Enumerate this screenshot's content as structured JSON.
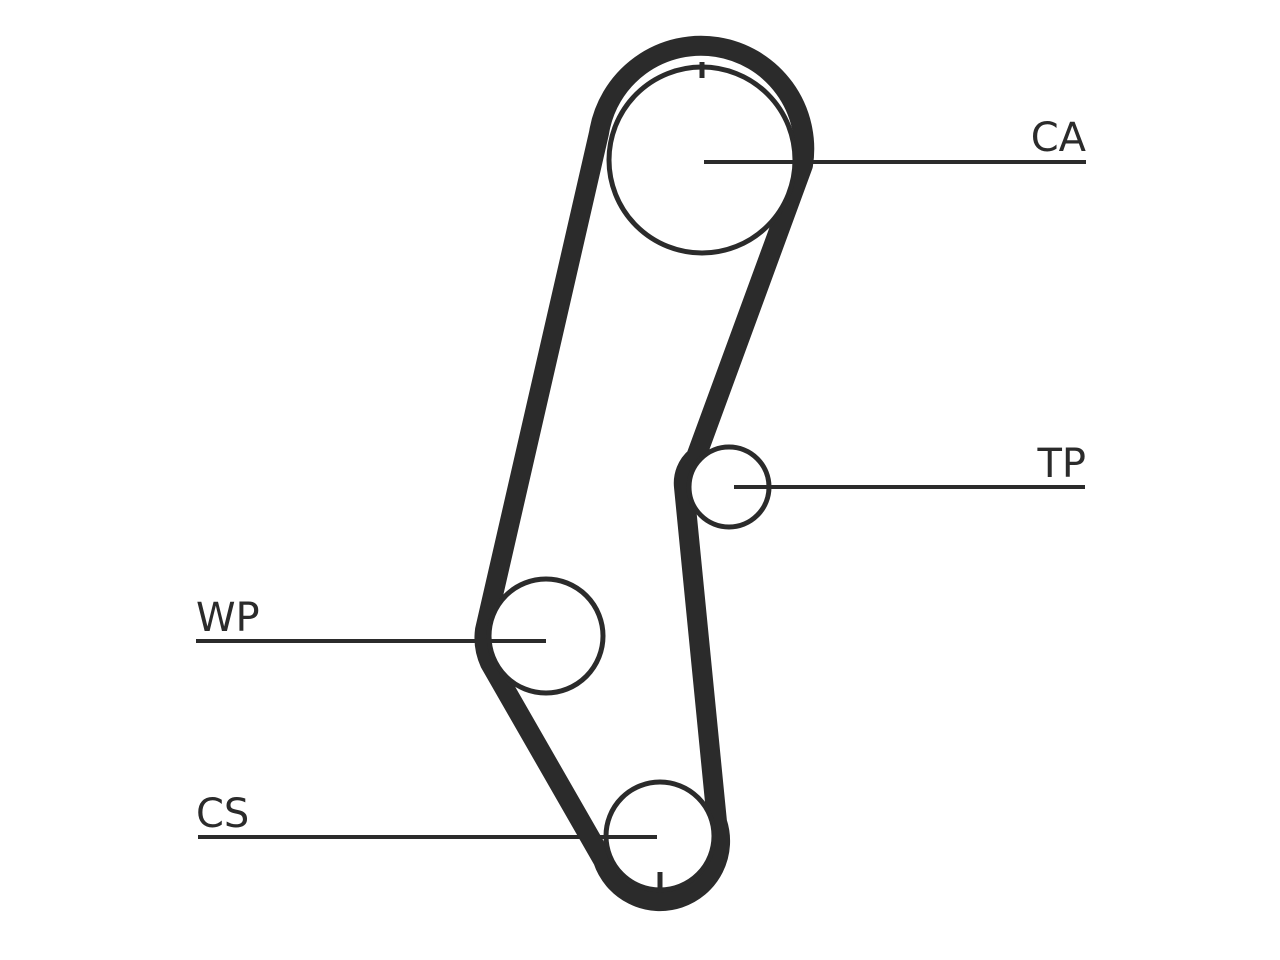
{
  "labels": {
    "ca": "CA",
    "tp": "TP",
    "wp": "WP",
    "cs": "CS"
  },
  "colors": {
    "line": "#2b2b2b",
    "background": "#ffffff"
  }
}
